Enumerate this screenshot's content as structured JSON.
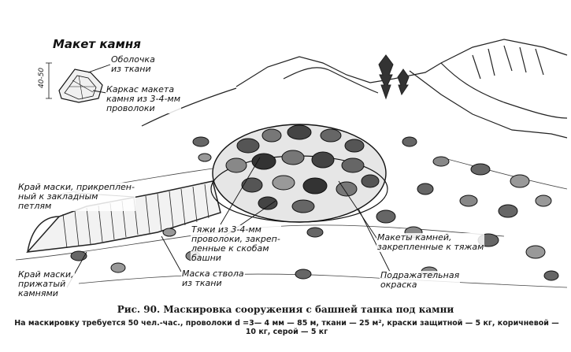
{
  "labels": {
    "model_title": "Макет камня",
    "dimension": "40-50",
    "cover": "Оболочка\nиз ткани",
    "frame": "Каркас макета\nкамня из 3-4-мм\nпроволоки",
    "mask_edge_loops": "Край маски, прикреплен-\nный к закладным\nпетлям",
    "mask_edge_stones": "Край маски,\nприжатый\nкамнями",
    "wires": "Тяжи из 3-4-мм\nпроволоки, закреп-\nленные к скобам\nбашни",
    "barrel_mask": "Маска ствола\nиз ткани",
    "stone_models": "Макеты камней,\nзакрепленные к тяжам",
    "imitation_paint": "Подражательная\nокраска"
  },
  "caption": {
    "title": "Рис. 90. Маскировка сооружения с башней танка под камни",
    "note": "На маскировку требуется 50 чел.-час., проволоки d =3— 4 мм — 85 м, ткани — 25 м², краски защитной — 5 кг, коричневой — 10 кг, серой — 5 кг"
  }
}
